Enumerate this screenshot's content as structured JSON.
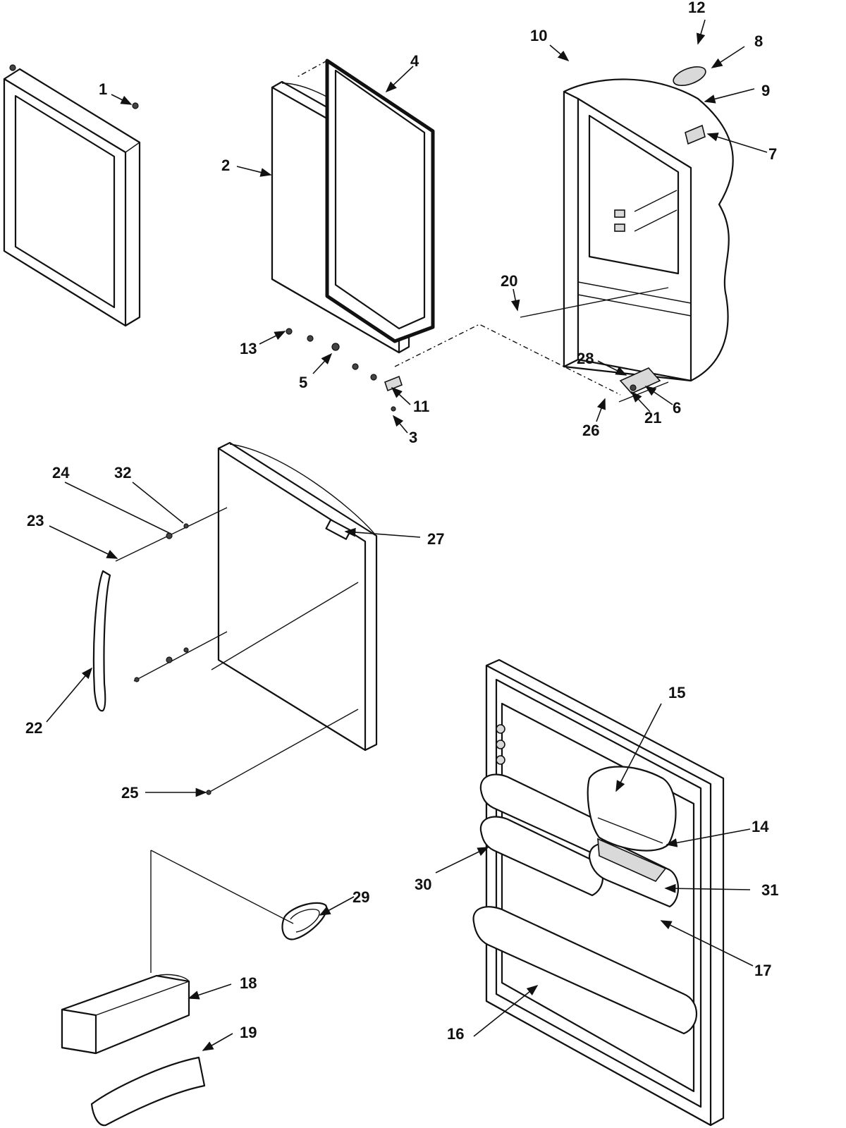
{
  "diagram": {
    "callouts": {
      "c1": "1",
      "c2": "2",
      "c3": "3",
      "c4": "4",
      "c5": "5",
      "c6": "6",
      "c7": "7",
      "c8": "8",
      "c9": "9",
      "c10": "10",
      "c11": "11",
      "c12": "12",
      "c13": "13",
      "c14": "14",
      "c15": "15",
      "c16": "16",
      "c17": "17",
      "c18": "18",
      "c19": "19",
      "c20": "20",
      "c21": "21",
      "c22": "22",
      "c23": "23",
      "c24": "24",
      "c25": "25",
      "c26": "26",
      "c27": "27",
      "c28": "28",
      "c29": "29",
      "c30": "30",
      "c31": "31",
      "c32": "32"
    }
  }
}
